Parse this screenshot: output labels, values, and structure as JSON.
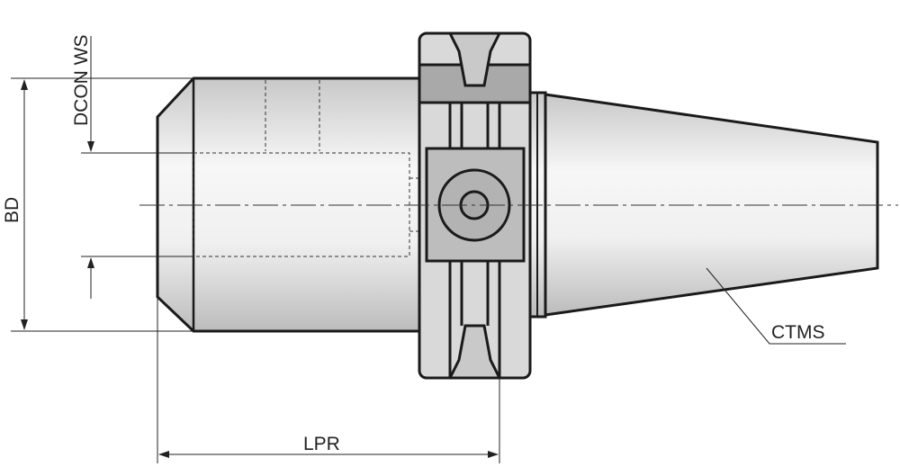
{
  "diagram": {
    "title": "Tool holder technical drawing",
    "labels": {
      "bd": "BD",
      "dcon_ws": "DCON WS",
      "lpr": "LPR",
      "ctms": "CTMS"
    },
    "colors": {
      "outline": "#1a1a1a",
      "body_light": "#f2f2f2",
      "body_mid": "#d0d0d0",
      "flange_dark": "#a9a9a9",
      "block": "#bdbdbd"
    }
  }
}
